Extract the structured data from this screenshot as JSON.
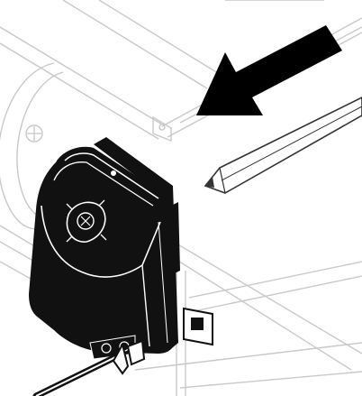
{
  "illustration": {
    "kind": "line-art installation diagram",
    "colors": {
      "background": "#ffffff",
      "structure_stroke": "#c9c9c9",
      "device_fill": "#111111",
      "device_highlight": "#ffffff",
      "arrow_fill": "#000000",
      "pencil_stroke": "#333333"
    },
    "parts": {
      "arrow": "direction-arrow",
      "pencil": "marking-pencil",
      "device": "control-unit",
      "cable": "power-cable",
      "bracket": "mounting-bracket",
      "disc": "fan-disc"
    }
  }
}
